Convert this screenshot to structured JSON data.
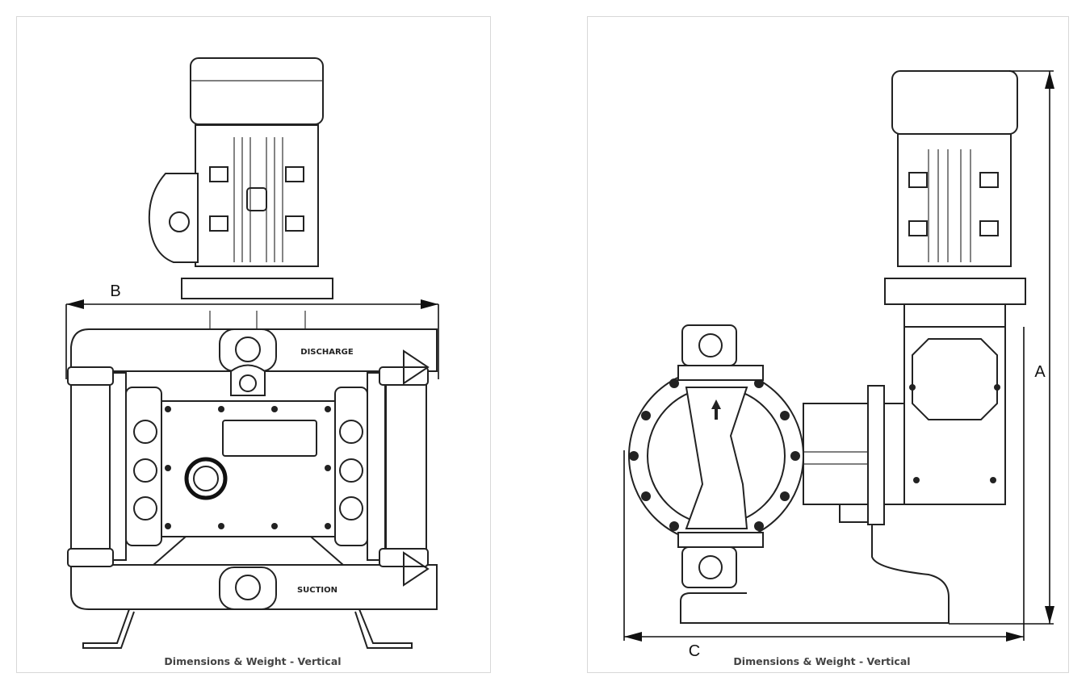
{
  "left_view": {
    "dimension_label": "B",
    "discharge_label": "DISCHARGE",
    "suction_label": "SUCTION",
    "caption": "Dimensions & Weight - Vertical"
  },
  "right_view": {
    "height_label": "A",
    "length_label": "C",
    "caption": "Dimensions & Weight - Vertical"
  }
}
